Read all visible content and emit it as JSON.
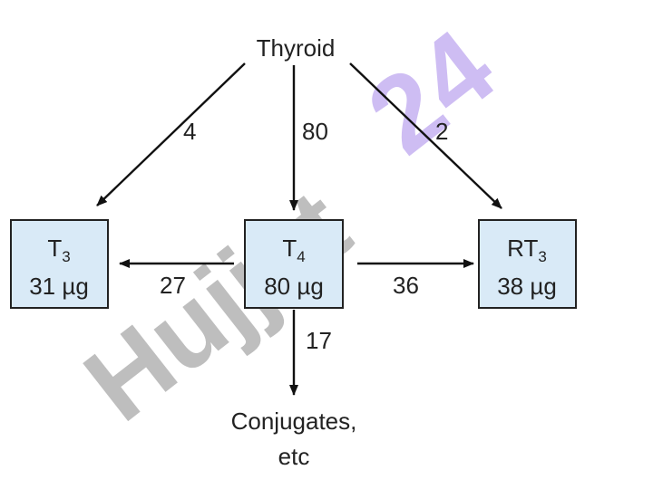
{
  "watermark": {
    "left_text": "Hujjat",
    "right_text": "24",
    "left_color": "#b3b3b3",
    "right_color": "#c9b6f2"
  },
  "nodes": {
    "thyroid": {
      "label": "Thyroid"
    },
    "t3": {
      "name": "T",
      "sub": "3",
      "amount": "31 µg"
    },
    "t4": {
      "name": "T",
      "sub": "4",
      "amount": "80 µg"
    },
    "rt3": {
      "name": "RT",
      "sub": "3",
      "amount": "38 µg"
    },
    "conjugates": {
      "line1": "Conjugates,",
      "line2": "etc"
    }
  },
  "edges": {
    "thyroid_to_t3": "4",
    "thyroid_to_t4": "80",
    "thyroid_to_rt3": "2",
    "t4_to_t3": "27",
    "t4_to_rt3": "36",
    "t4_to_conjugates": "17"
  },
  "colors": {
    "box_fill": "#d9eaf7",
    "stroke": "#111111"
  }
}
